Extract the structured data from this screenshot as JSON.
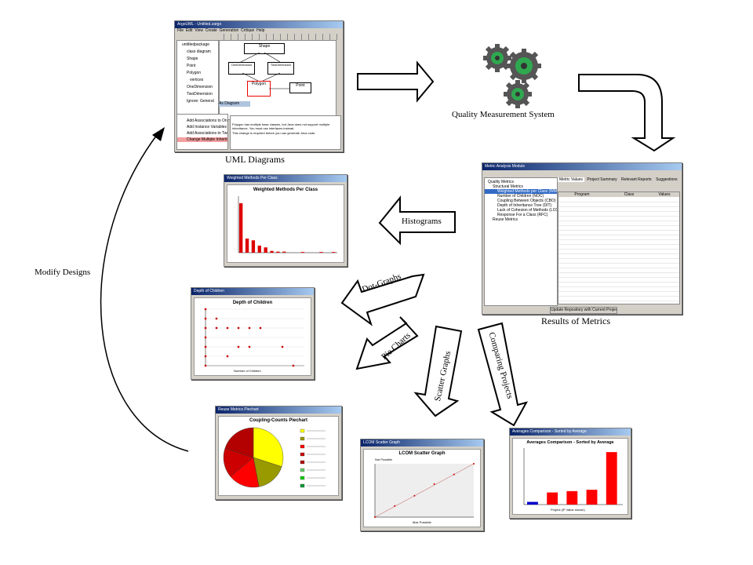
{
  "labels": {
    "uml": "UML Diagrams",
    "qms": "Quality Measurement System",
    "results": "Results of Metrics",
    "modify": "Modify Designs",
    "histograms": "Histograms",
    "dot_graphs": "Dot-Graphs",
    "pie_charts": "Pie Charts",
    "scatter_graphs": "Scatter Graphs",
    "comparing": "Comparing Projects"
  },
  "uml_window": {
    "title": "ArgoUML - Untitled.zargo",
    "menu": [
      "File",
      "Edit",
      "View",
      "Create",
      "Generation",
      "Critique",
      "Help"
    ],
    "tree_items": [
      "untitledpackage",
      "class diagram",
      "Shape",
      "Point",
      "Polygon",
      "vertices",
      "OneDimension",
      "TwoDimension",
      "Ignore: General"
    ],
    "classes": [
      "Shape",
      "OneDimension",
      "TwoDimension",
      "Polygon",
      "Point"
    ],
    "tab": "As Diagram",
    "todo": [
      "Add Associations to One",
      "Add Instance Variables",
      "Add Associations to Two",
      "Change Multiple Inherit"
    ],
    "message": "Polygon has multiple base classes, but Java does not support multiple inheritance. You must use interfaces instead.",
    "message2": "This change is required before you can generate Java code."
  },
  "metrics_window": {
    "title": "Metric Analysis Module",
    "tabs": [
      "Metric Values",
      "Project Summary",
      "Relevant Reports",
      "Suggestions"
    ],
    "tree": [
      "Quality Metrics",
      "Structural Metrics",
      "Weighted Methods per Class (WMC)",
      "Number of Children (NOC)",
      "Coupling Between Objects (CBO)",
      "Depth of Inheritance Tree (DIT)",
      "Lack of Cohesion of Methods (LCOM)",
      "Response For a Class (RFC)",
      "Reuse Metrics"
    ],
    "columns": [
      "Program",
      "Class",
      "Values"
    ],
    "button": "Update Repository with Current Project"
  },
  "histogram_window": {
    "title": "Weighted Methods Per Class",
    "chart_title": "Weighted Methods Per Class"
  },
  "dot_window": {
    "title": "Depth of Children",
    "chart_title": "Depth of Children",
    "xlabel": "Number of Children"
  },
  "pie_window": {
    "title": "Reuse Metrics Piechart",
    "chart_title": "Coupling-Counts Piechart"
  },
  "scatter_window": {
    "title": "LCOM Scatter Graph",
    "chart_title": "LCOM Scatter Graph",
    "xlabel": "Max Possible",
    "ylabel": "Not Possible"
  },
  "compare_window": {
    "title": "Averages Comparison - Sorted by Average",
    "chart_title": "Averages Comparison - Sorted by Average",
    "xlabel": "Project (IP Value shown)"
  },
  "chart_data": [
    {
      "type": "bar",
      "title": "Weighted Methods Per Class",
      "values": [
        14,
        4,
        3.5,
        2,
        1.5,
        0.5,
        0.3,
        0.3,
        0,
        0,
        0.2,
        0,
        0,
        0.2,
        0,
        0.2
      ],
      "ylim": [
        0,
        16
      ]
    },
    {
      "type": "scatter",
      "title": "Depth of Children",
      "xlabel": "Number of Children",
      "points": [
        [
          0,
          6
        ],
        [
          0,
          5
        ],
        [
          1,
          5
        ],
        [
          0,
          4
        ],
        [
          1,
          4
        ],
        [
          2,
          4
        ],
        [
          3,
          4
        ],
        [
          4,
          4
        ],
        [
          5,
          4
        ],
        [
          0,
          3
        ],
        [
          0,
          2
        ],
        [
          3,
          2
        ],
        [
          4,
          2
        ],
        [
          7,
          2
        ],
        [
          0,
          1
        ],
        [
          2,
          1
        ],
        [
          0,
          0
        ],
        [
          8,
          0
        ]
      ]
    },
    {
      "type": "pie",
      "title": "Coupling-Counts Piechart",
      "slices": [
        {
          "value": 30,
          "color": "#ffff00"
        },
        {
          "value": 17,
          "color": "#999900"
        },
        {
          "value": 17,
          "color": "#ff0000"
        },
        {
          "value": 16,
          "color": "#cc0000"
        },
        {
          "value": 20,
          "color": "#b30000"
        }
      ]
    },
    {
      "type": "scatter",
      "title": "LCOM Scatter Graph",
      "xlabel": "Max Possible",
      "ylabel": "Not Possible",
      "points": [
        [
          0,
          0
        ],
        [
          20,
          21
        ],
        [
          40,
          40
        ],
        [
          60,
          62
        ],
        [
          80,
          80
        ],
        [
          100,
          100
        ]
      ]
    },
    {
      "type": "bar",
      "title": "Averages Comparison - Sorted by Average",
      "xlabel": "Project (IP Value shown)",
      "values": [
        0.2,
        0.9,
        1.0,
        1.1,
        3.9
      ],
      "colors": [
        "#0000cc",
        "#ff0000",
        "#ff0000",
        "#ff0000",
        "#ff0000"
      ],
      "ylim": [
        0,
        4.2
      ]
    }
  ]
}
